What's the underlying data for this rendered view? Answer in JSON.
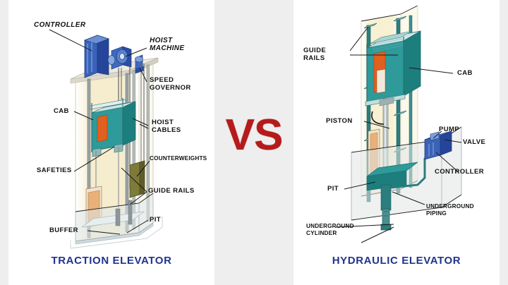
{
  "image": {
    "kind": "comparison-diagram",
    "background_color": "#ececec",
    "panel_color": "#ffffff"
  },
  "center": {
    "vs_text": "VS",
    "vs_color": "#b51b1b"
  },
  "left_panel": {
    "caption": "TRACTION ELEVATOR",
    "caption_color": "#22338c",
    "labels": [
      {
        "id": "controller",
        "text": "CONTROLLER",
        "style": "italic"
      },
      {
        "id": "hoist-machine",
        "text": "HOIST\nMACHINE",
        "style": "italic"
      },
      {
        "id": "speed-governor",
        "text": "SPEED\nGOVERNOR",
        "style": "normal"
      },
      {
        "id": "cab",
        "text": "CAB",
        "style": "normal"
      },
      {
        "id": "hoist-cables",
        "text": "HOIST\nCABLES",
        "style": "normal"
      },
      {
        "id": "safeties",
        "text": "SAFETIES",
        "style": "normal"
      },
      {
        "id": "counterweights",
        "text": "COUNTERWEIGHTS",
        "style": "small"
      },
      {
        "id": "guide-rails",
        "text": "GUIDE RAILS",
        "style": "normal"
      },
      {
        "id": "buffer",
        "text": "BUFFER",
        "style": "normal"
      },
      {
        "id": "pit",
        "text": "PIT",
        "style": "normal"
      }
    ],
    "colors": {
      "cab": "#2e9a9a",
      "cab_door": "#e0601f",
      "controller_box": "#2b4f9e",
      "hoist_machine": "#3f69c0",
      "shaft_glow": "#f6edd2",
      "machine_room_floor": "#e8e8e0",
      "counterweight": "#7d7a3a",
      "buffer": "#e9b178"
    }
  },
  "right_panel": {
    "caption": "HYDRAULIC ELEVATOR",
    "caption_color": "#22338c",
    "labels": [
      {
        "id": "guide-rails",
        "text": "GUIDE\nRAILS",
        "style": "normal"
      },
      {
        "id": "cab",
        "text": "CAB",
        "style": "normal"
      },
      {
        "id": "piston",
        "text": "PISTON",
        "style": "normal"
      },
      {
        "id": "pump",
        "text": "PUMP",
        "style": "normal"
      },
      {
        "id": "valve",
        "text": "VALVE",
        "style": "normal"
      },
      {
        "id": "controller",
        "text": "CONTROLLER",
        "style": "normal"
      },
      {
        "id": "pit",
        "text": "PIT",
        "style": "normal"
      },
      {
        "id": "underground-piping",
        "text": "UNDERGROUND\nPIPING",
        "style": "small"
      },
      {
        "id": "underground-cylinder",
        "text": "UNDERGROUND\nCYLINDER",
        "style": "small"
      }
    ],
    "colors": {
      "cab": "#2e9a9a",
      "cab_door": "#e0601f",
      "pump_box": "#2b4f9e",
      "shaft_glow": "#f8f0cf",
      "pit_box": "#dfe3e0",
      "piston_cyl": "#e9b178",
      "rails": "#2c7d7d"
    }
  }
}
